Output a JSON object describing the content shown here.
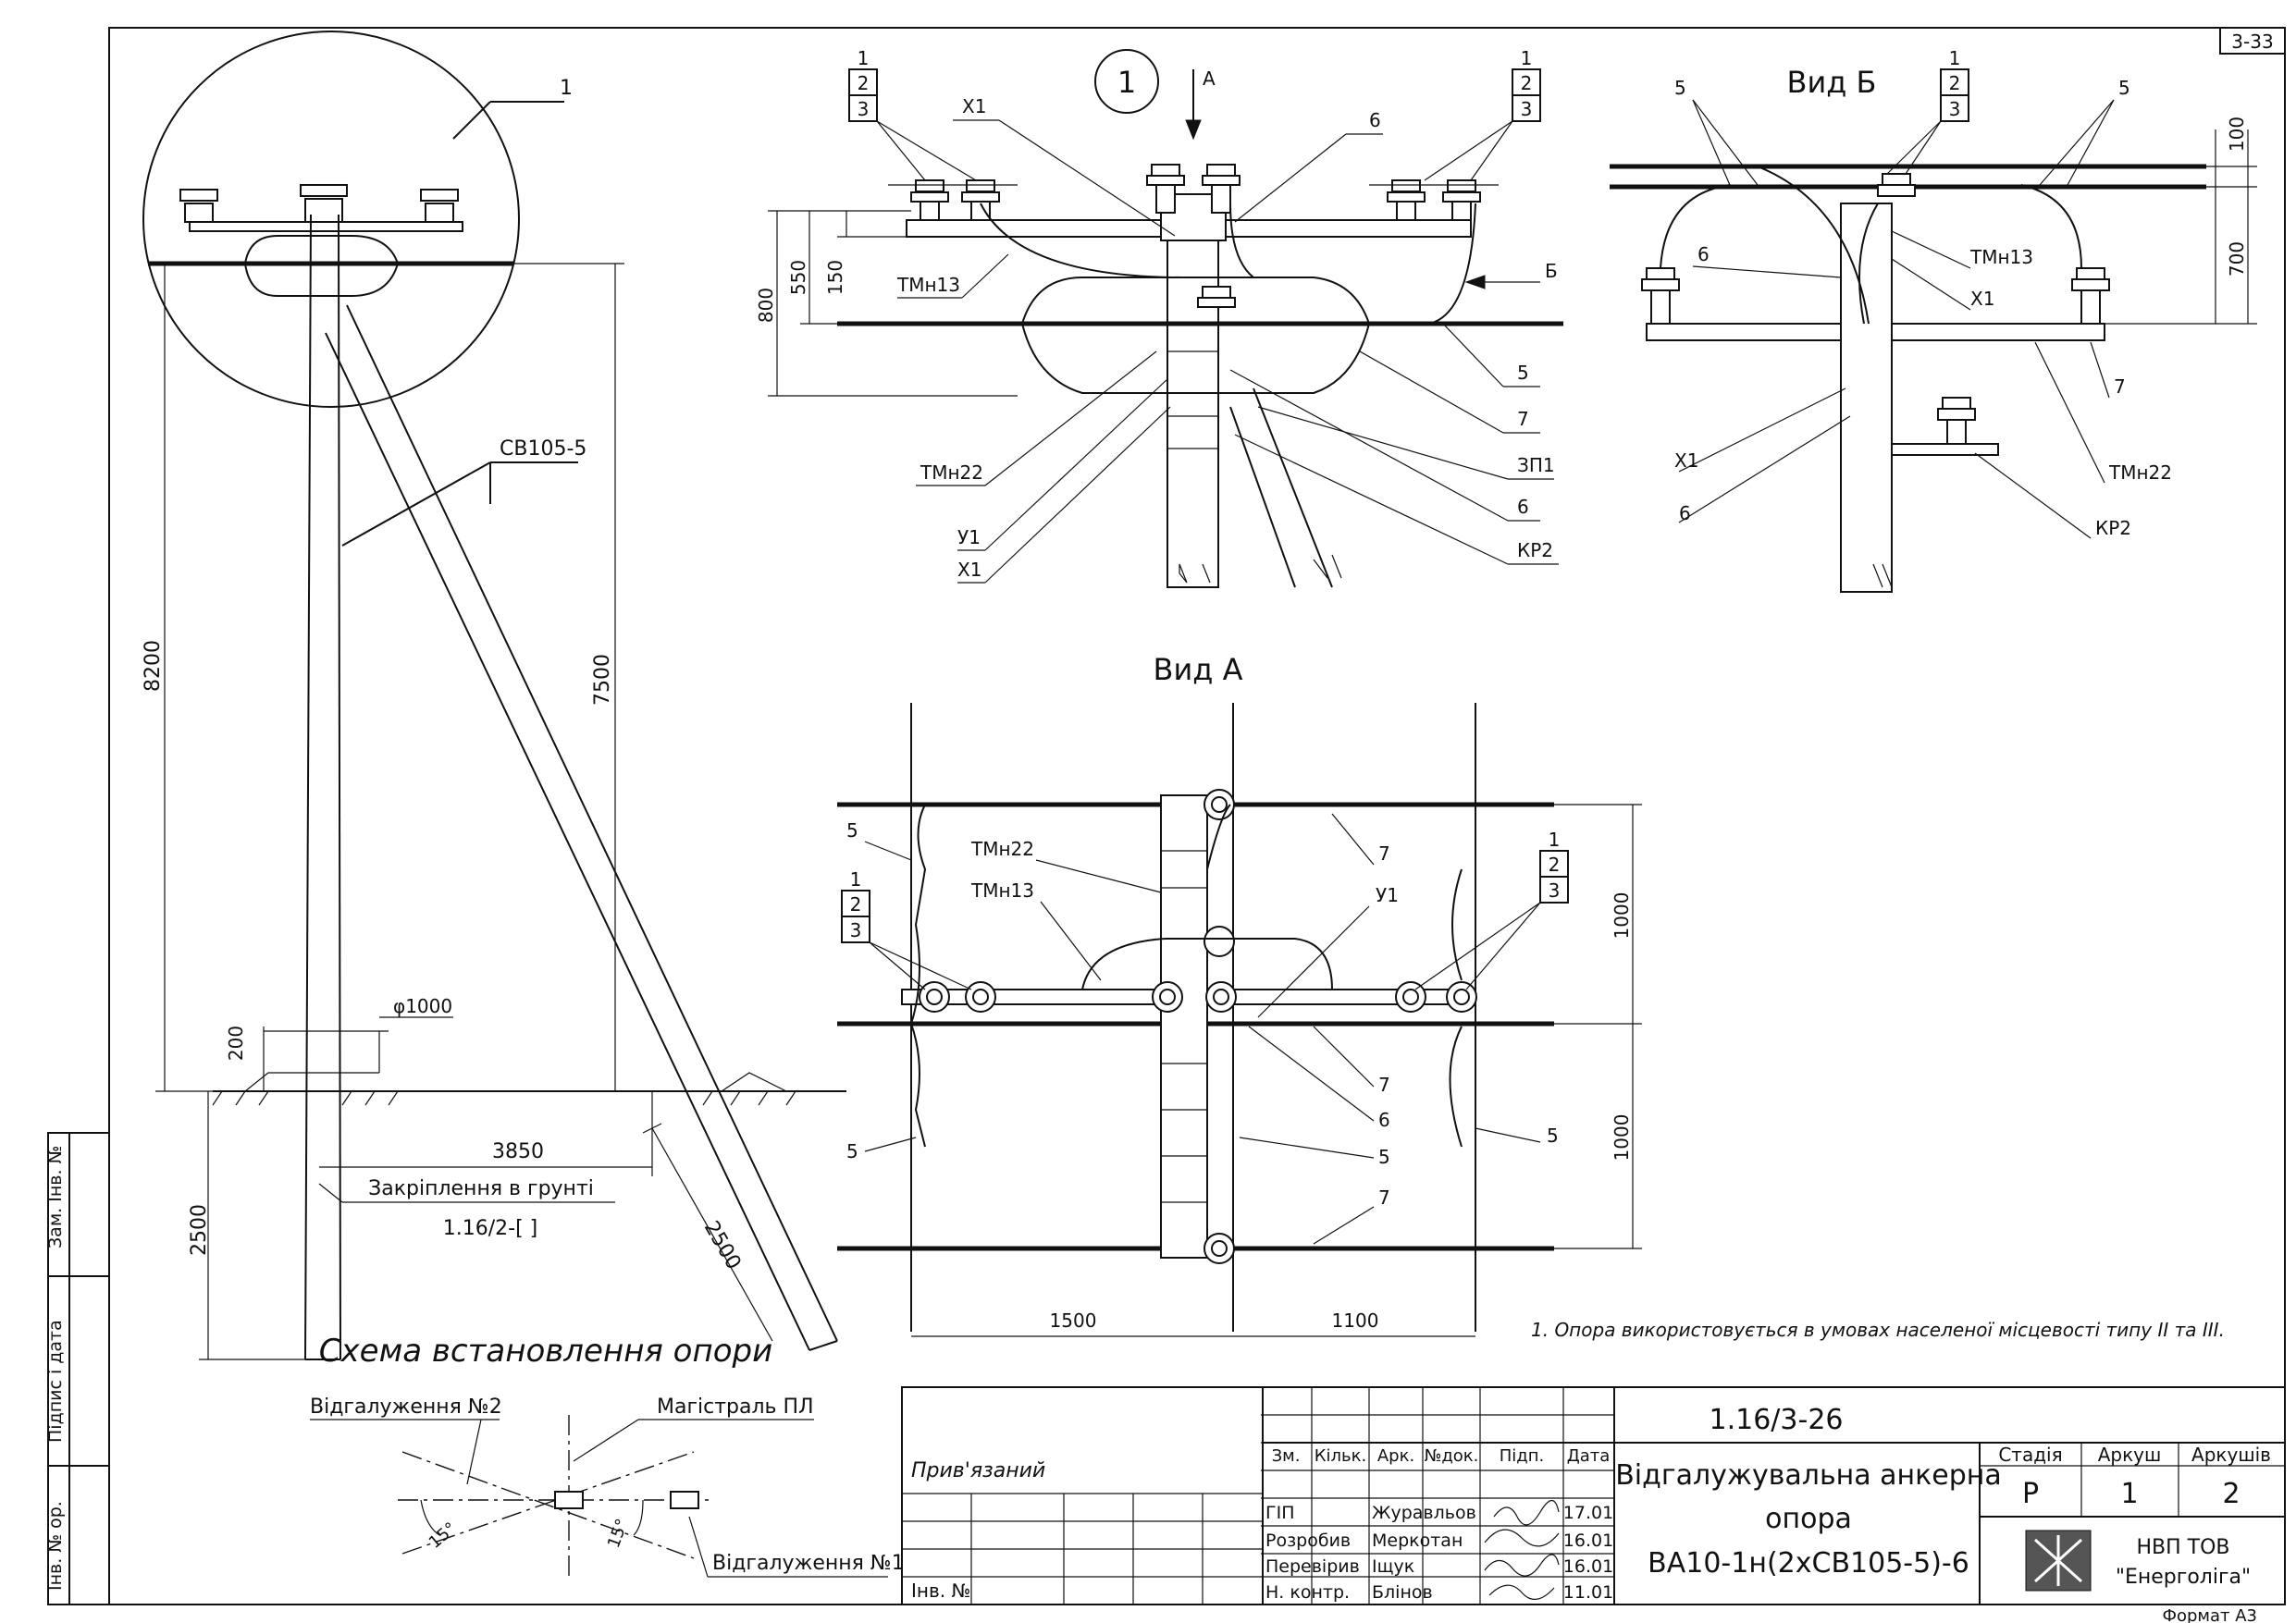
{
  "sheet_code": "3-33",
  "format_label": "Формат А3",
  "views": {
    "callout_number": "1",
    "view_a_arrow": "А",
    "view_b_arrow": "Б",
    "view_a_title": "Вид А",
    "view_b_title": "Вид Б",
    "scheme_title": "Схема встановлення опори"
  },
  "labels": {
    "callout1": "1",
    "sv105": "СВ105-5",
    "tmn13": "ТМн13",
    "tmn22": "ТМн22",
    "x1": "Х1",
    "u1": "У1",
    "zp1": "ЗП1",
    "kr2": "КР2",
    "n1": "1",
    "n2": "2",
    "n3": "3",
    "n5": "5",
    "n6": "6",
    "n7": "7",
    "fixing": "Закріплення в грунті",
    "fixing_ref": "1.16/2-[     ]",
    "branch2": "Відгалуження №2",
    "mainline": "Магістраль ПЛ",
    "branch1": "Відгалуження №1",
    "angle15": "15°"
  },
  "dimensions": {
    "d8200": "8200",
    "d7500": "7500",
    "d2500": "2500",
    "d200": "200",
    "d1000dia": "φ1000",
    "d3850": "3850",
    "d800": "800",
    "d550": "550",
    "d150": "150",
    "d100": "100",
    "d700": "700",
    "d1000": "1000",
    "d1500": "1500",
    "d1100": "1100"
  },
  "note": "1. Опора використовується в умовах населеної місцевості типу ІІ та ІІІ.",
  "side_stamp": {
    "zam_inv": "Зам. Інв. №",
    "signature_date": "Підпис і дата",
    "inv_orig": "Інв. № ор.",
    "bound": "Прив'язаний",
    "inv_no": "Інв. №"
  },
  "title_block": {
    "doc_code": "1.16/3-26",
    "headers": [
      "Зм.",
      "Кільк.",
      "Арк.",
      "№док.",
      "Підп.",
      "Дата"
    ],
    "rows": [
      {
        "role": "ГІП",
        "name": "Журавльов",
        "date": "17.01"
      },
      {
        "role": "Розробив",
        "name": "Меркотан",
        "date": "16.01"
      },
      {
        "role": "Перевірив",
        "name": "Іщук",
        "date": "16.01"
      },
      {
        "role": "Н. контр.",
        "name": "Блінов",
        "date": "11.01"
      }
    ],
    "title_line1": "Відгалужувальна анкерна",
    "title_line2": "опора",
    "title_line3": "ВА10-1н(2хСВ105-5)-6",
    "stage_label": "Стадія",
    "sheet_label": "Аркуш",
    "sheets_label": "Аркушів",
    "stage": "Р",
    "sheet": "1",
    "sheets": "2",
    "company_line1": "НВП ТОВ",
    "company_line2": "\"Енерголіга\""
  }
}
